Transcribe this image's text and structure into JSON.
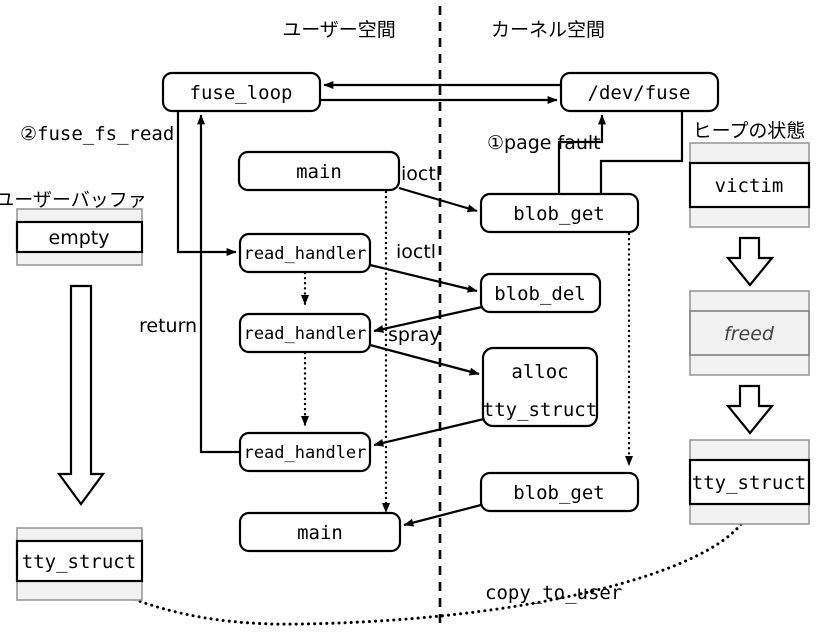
{
  "diagram": {
    "title_user_space": "ユーザー空間",
    "title_kernel_space": "カーネル空間",
    "title_heap_state": "ヒープの状態",
    "title_user_buffer": "ユーザーバッファ"
  },
  "nodes": {
    "fuse_loop": "fuse_loop",
    "dev_fuse": "/dev/fuse",
    "main_top": "main",
    "main_bottom": "main",
    "read_handler_1": "read_handler",
    "read_handler_2": "read_handler",
    "read_handler_3": "read_handler",
    "blob_get_top": "blob_get",
    "blob_del": "blob_del",
    "alloc_line1": "alloc",
    "alloc_line2": "tty_struct",
    "blob_get_bottom": "blob_get"
  },
  "edge_labels": {
    "page_fault": "①page fault",
    "fuse_fs_read": "②fuse_fs_read",
    "ioctl_1": "ioctl",
    "ioctl_2": "ioctl",
    "spray": "spray",
    "return": "return",
    "copy_to_user": "copy_to_user"
  },
  "user_buffer": {
    "slot_empty": "empty",
    "slot_tty_struct": "tty_struct"
  },
  "heap_state": {
    "slot_victim": "victim",
    "slot_freed": "freed",
    "slot_tty_struct": "tty_struct"
  },
  "colors": {
    "stroke": "#000000",
    "slot_fill": "#f2f2f2",
    "slot_border": "#999999",
    "background": "#ffffff"
  }
}
